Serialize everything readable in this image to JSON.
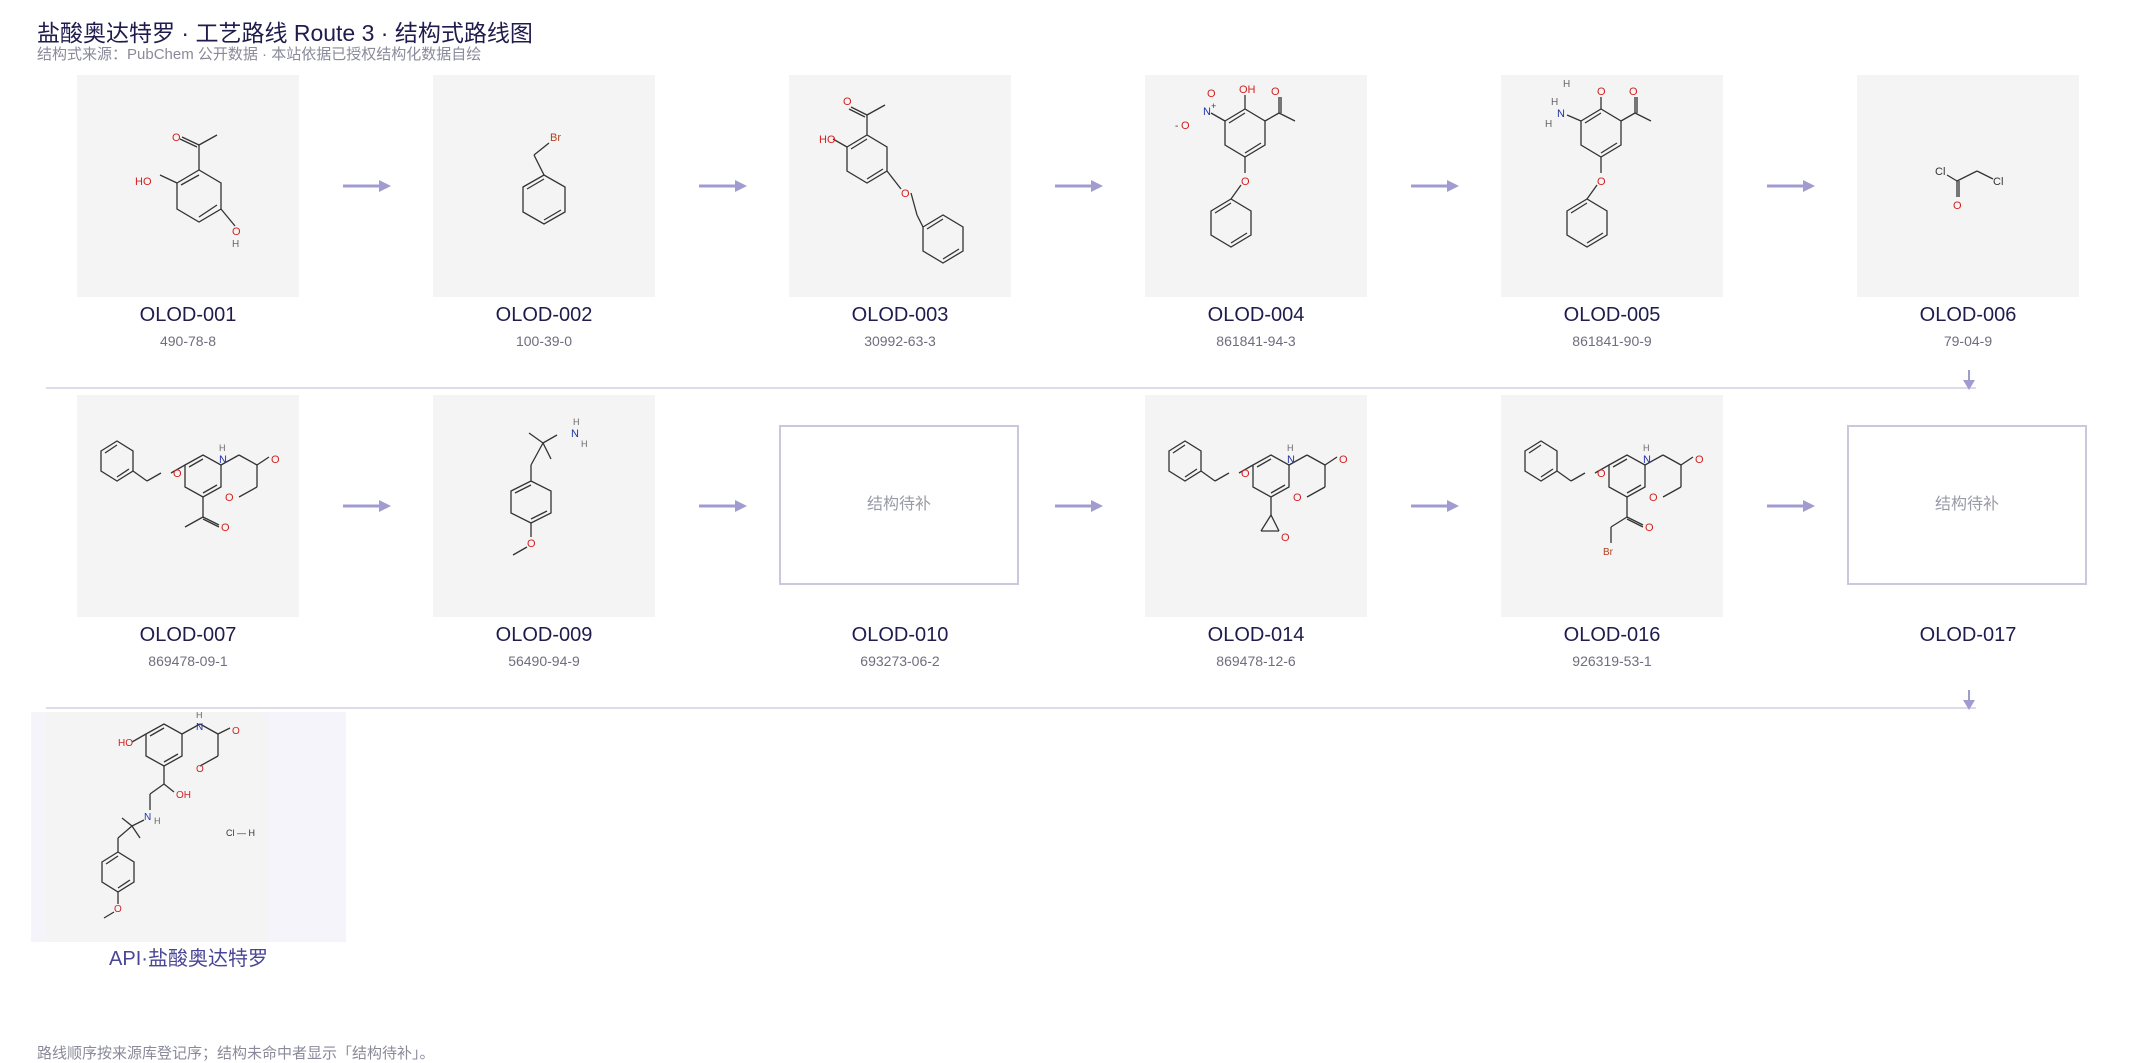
{
  "header": {
    "title": "盐酸奥达特罗 · 工艺路线 Route 3 · 结构式路线图",
    "subtitle": "结构式来源：PubChem 公开数据 · 本站依据已授权结构化数据自绘"
  },
  "nodes": [
    {
      "code": "OLOD-001",
      "cas": "490-78-8"
    },
    {
      "code": "OLOD-002",
      "cas": "100-39-0"
    },
    {
      "code": "OLOD-003",
      "cas": "30992-63-3"
    },
    {
      "code": "OLOD-004",
      "cas": "861841-94-3"
    },
    {
      "code": "OLOD-005",
      "cas": "861841-90-9"
    },
    {
      "code": "OLOD-006",
      "cas": "79-04-9"
    },
    {
      "code": "OLOD-007",
      "cas": "869478-09-1"
    },
    {
      "code": "OLOD-009",
      "cas": "56490-94-9"
    },
    {
      "code": "OLOD-010",
      "cas": "693273-06-2",
      "placeholder": "结构待补"
    },
    {
      "code": "OLOD-014",
      "cas": "869478-12-6"
    },
    {
      "code": "OLOD-016",
      "cas": "926319-53-1"
    },
    {
      "code": "OLOD-017",
      "cas": "",
      "placeholder": "结构待补"
    }
  ],
  "api": {
    "label": "API·盐酸奥达特罗"
  },
  "footer": {
    "note": "路线顺序按来源库登记序；结构未命中者显示「结构待补」。"
  },
  "atoms": {
    "O": "O",
    "H": "H",
    "N": "N",
    "Br": "Br",
    "Cl": "Cl",
    "OH": "OH",
    "HO": "HO",
    "NH": "NH",
    "HCl": "Cl — H",
    "plus": "+",
    "minus": "-"
  },
  "colors": {
    "title": "#1f1b4d",
    "accent": "#9b97c9",
    "arrow": "#a09cd0",
    "oxygen": "#d42020",
    "nitrogen": "#2233aa",
    "bromine": "#b04020",
    "tile": "#f4f4f4",
    "separator": "#dcdbe8"
  }
}
